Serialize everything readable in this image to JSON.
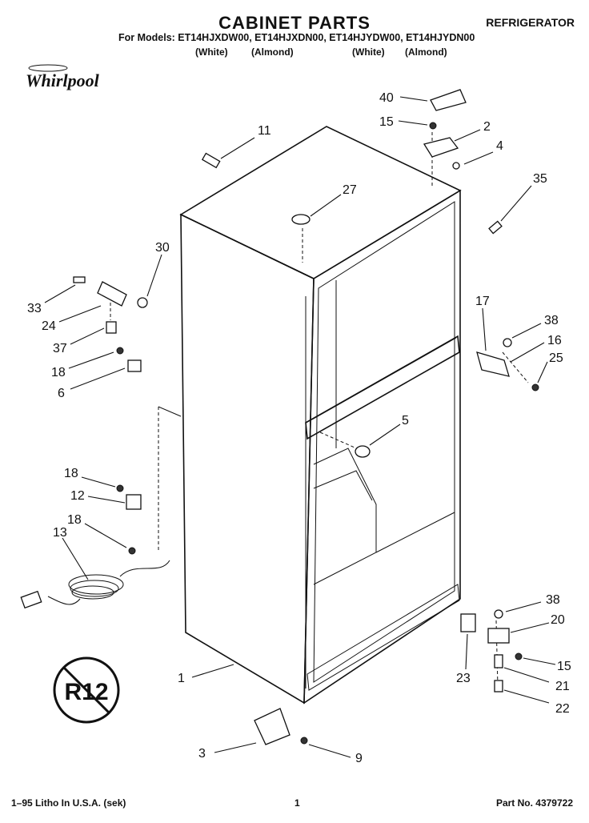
{
  "header": {
    "title": "CABINET PARTS",
    "category": "REFRIGERATOR",
    "models_line": "For Models: ET14HJXDW00, ET14HJXDN00, ET14HJYDW00, ET14HJYDN00",
    "variants": [
      "(White)",
      "(Almond)",
      "(White)",
      "(Almond)"
    ],
    "brand": "Whirlpool"
  },
  "symbol": {
    "text": "R12"
  },
  "parts": [
    "1",
    "2",
    "3",
    "4",
    "5",
    "6",
    "9",
    "11",
    "12",
    "13",
    "15",
    "16",
    "17",
    "18",
    "20",
    "21",
    "22",
    "23",
    "24",
    "25",
    "27",
    "30",
    "33",
    "35",
    "37",
    "38",
    "40"
  ],
  "callout_labels": {
    "p40": "40",
    "p15a": "15",
    "p2": "2",
    "p4": "4",
    "p11": "11",
    "p27": "27",
    "p35": "35",
    "p30": "30",
    "p33": "33",
    "p24": "24",
    "p37": "37",
    "p18a": "18",
    "p6": "6",
    "p17": "17",
    "p38a": "38",
    "p16": "16",
    "p25": "25",
    "p5": "5",
    "p18b": "18",
    "p12": "12",
    "p18c": "18",
    "p13": "13",
    "p38b": "38",
    "p20": "20",
    "p15b": "15",
    "p23": "23",
    "p21": "21",
    "p22": "22",
    "p1": "1",
    "p3": "3",
    "p9": "9"
  },
  "footer": {
    "left": "1–95 Litho In U.S.A. (sek)",
    "page": "1",
    "part_no": "Part No. 4379722"
  }
}
